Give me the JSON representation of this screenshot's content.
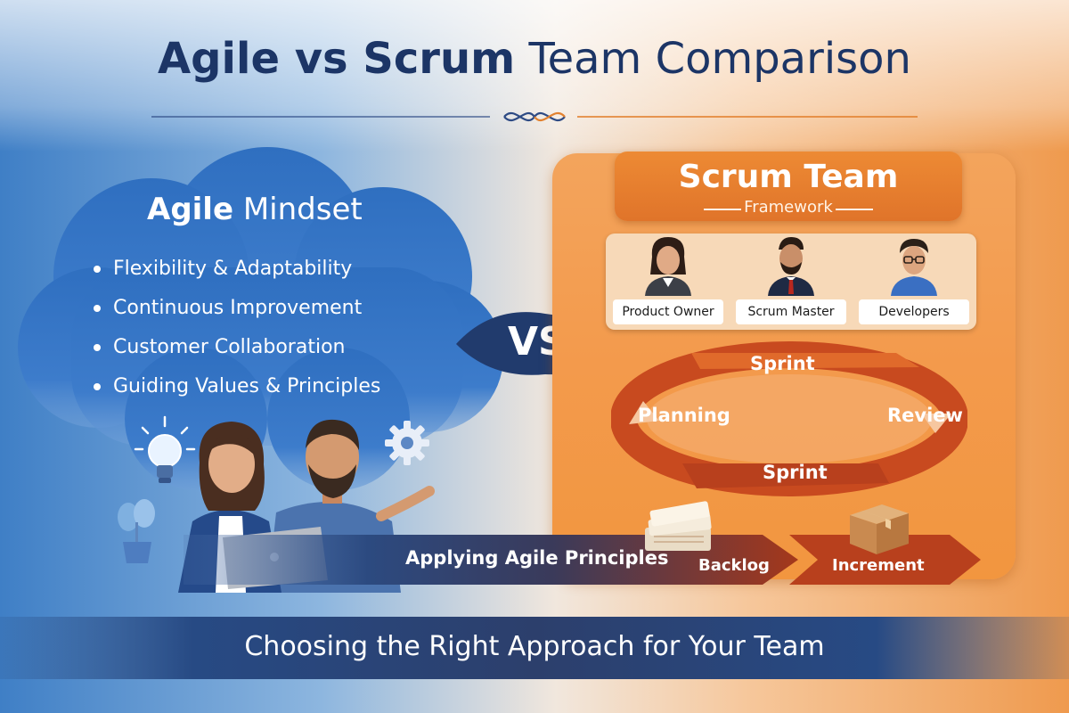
{
  "title": {
    "bold": "Agile vs Scrum",
    "regular": "Team Comparison"
  },
  "agile": {
    "title_bold": "Agile",
    "title_regular": "Mindset",
    "items": [
      "Flexibility & Adaptability",
      "Continuous Improvement",
      "Customer Collaboration",
      "Guiding Values & Principles"
    ]
  },
  "vs": "VS",
  "scrum": {
    "title": "Scrum Team",
    "subtitle": "Framework",
    "roles": [
      "Product Owner",
      "Scrum Master",
      "Developers"
    ],
    "cycle": {
      "top": "Sprint",
      "left": "Planning",
      "right": "Review",
      "bottom": "Sprint"
    }
  },
  "banner": {
    "apply": "Applying Agile Principles",
    "backlog": "Backlog",
    "increment": "Increment"
  },
  "footer": "Choosing the Right Approach for Your Team",
  "colors": {
    "navy": "#1c3566",
    "agile_blue": "#2f6fc0",
    "scrum_orange": "#e6782b",
    "banner_red": "#b8401d"
  },
  "icons": [
    "lightbulb-icon",
    "gear-icon",
    "plant-icon",
    "laptop-icon",
    "papers-icon",
    "box-icon"
  ]
}
